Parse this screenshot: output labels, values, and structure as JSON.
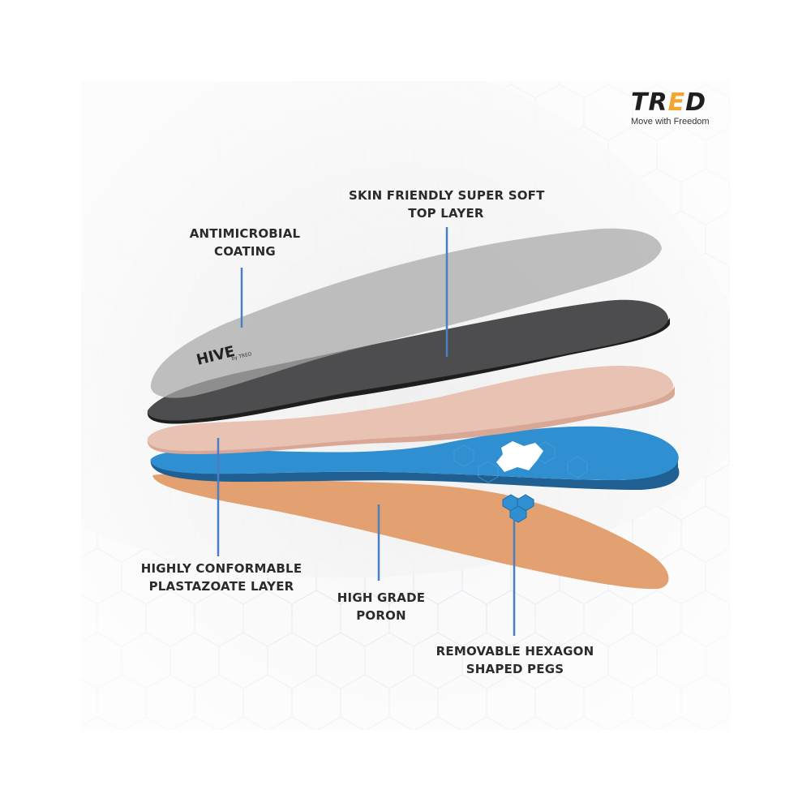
{
  "logo": {
    "wordmark_prefix": "TR",
    "wordmark_accent": "E",
    "wordmark_suffix": "D",
    "tagline": "Move with Freedom",
    "accent_color": "#f2a531"
  },
  "insole_brand": {
    "mark": "HIVE",
    "sub": "by TRED"
  },
  "labels": {
    "antimicrobial": [
      "ANTIMICROBIAL",
      "COATING"
    ],
    "top_layer": [
      "SKIN FRIENDLY SUPER SOFT",
      "TOP LAYER"
    ],
    "plastazoate": [
      "HIGHLY CONFORMABLE",
      "PLASTAZOATE LAYER"
    ],
    "poron": [
      "HIGH GRADE",
      "PORON"
    ],
    "pegs": [
      "REMOVABLE HEXAGON",
      "SHAPED PEGS"
    ]
  },
  "colors": {
    "coating": "#a8a8a8",
    "top_layer": "#4d4d4f",
    "plastazoate": "#e8c2b3",
    "blue_layer": "#2f8fd1",
    "poron": "#e3a070",
    "leader": "#4a7fc1"
  }
}
